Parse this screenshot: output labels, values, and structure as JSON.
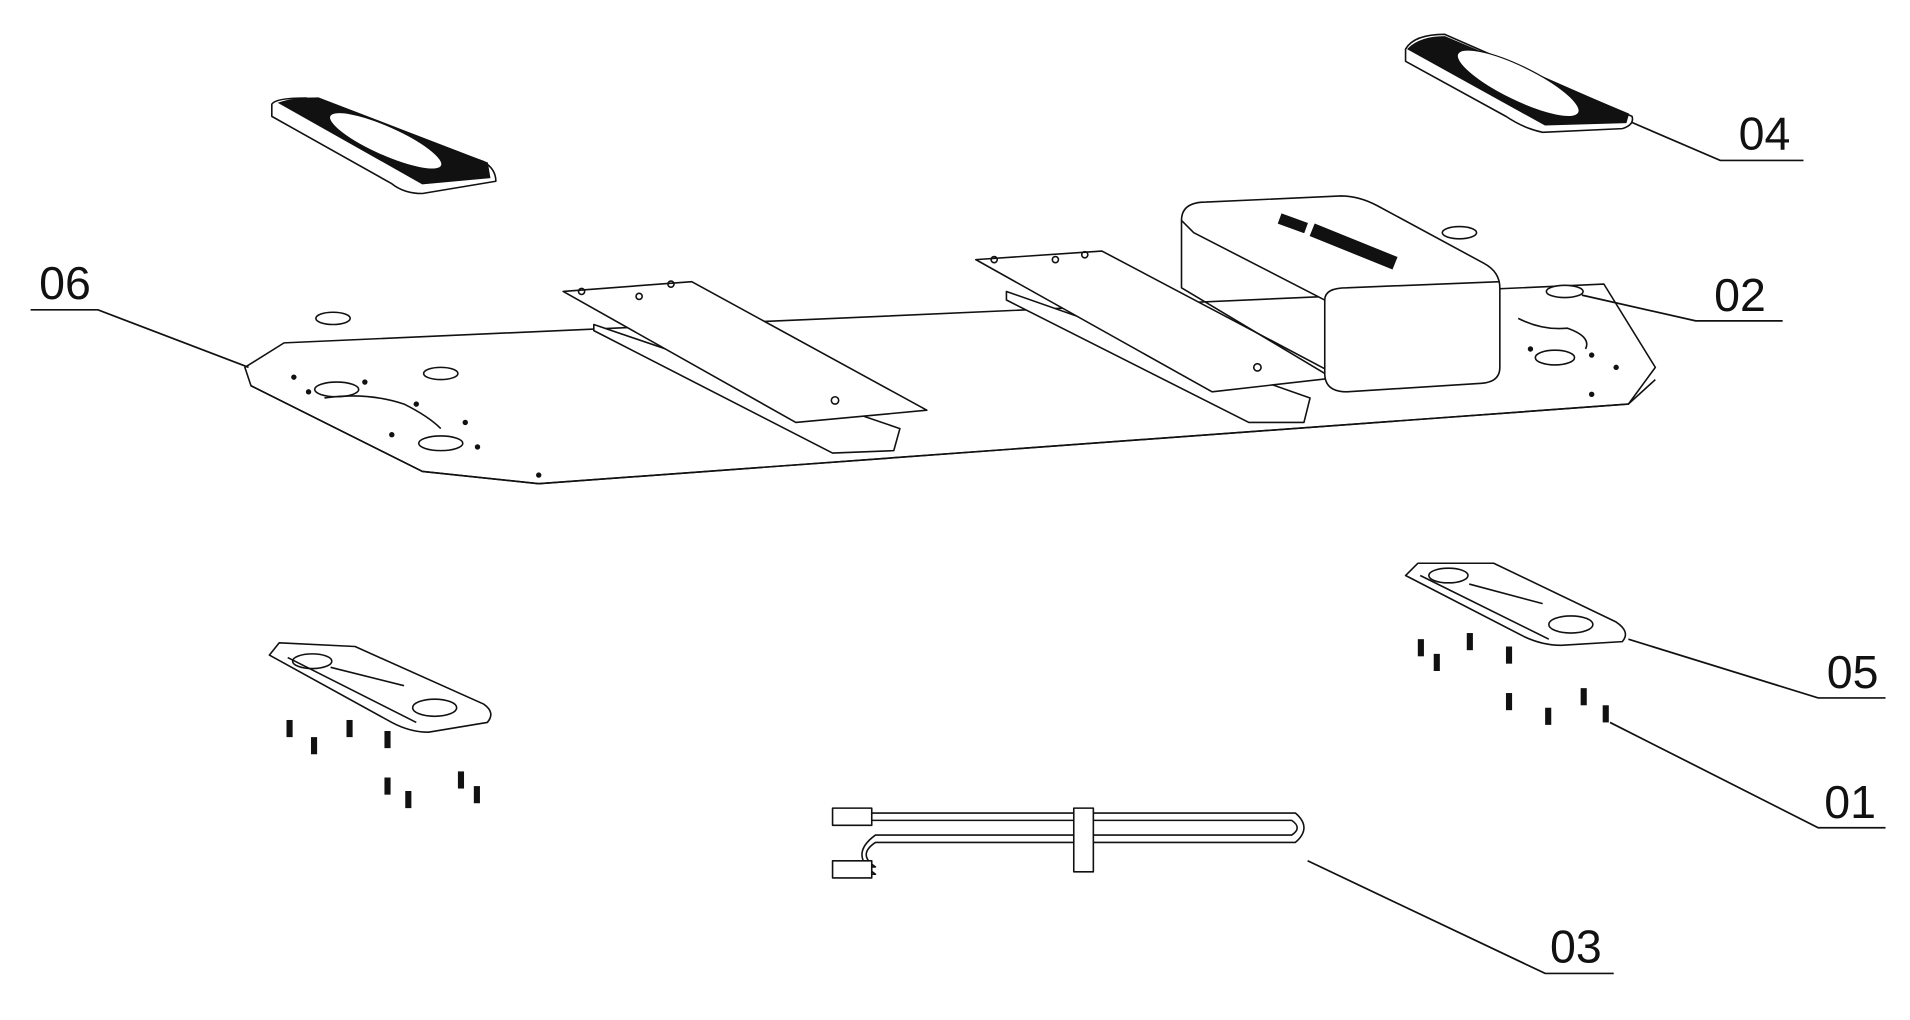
{
  "drawing": {
    "callouts": [
      {
        "id": "01",
        "part": "screws"
      },
      {
        "id": "02",
        "part": "foot-pad"
      },
      {
        "id": "03",
        "part": "cable"
      },
      {
        "id": "04",
        "part": "top-cover"
      },
      {
        "id": "05",
        "part": "mount-bracket"
      },
      {
        "id": "06",
        "part": "base-plate"
      }
    ]
  }
}
